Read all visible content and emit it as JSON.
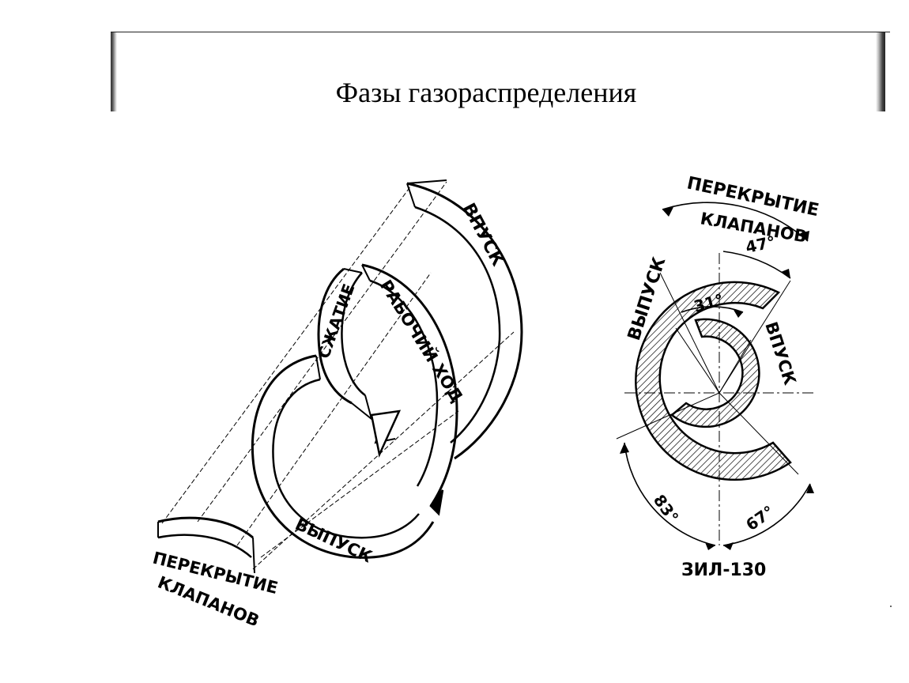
{
  "slide": {
    "title": "Фазы газораспределения"
  },
  "left_diagram": {
    "labels": {
      "intake": "ВПУСК",
      "compression": "СЖАТИЕ",
      "power_stroke": "РАБОЧИЙ ХОД",
      "exhaust": "ВЫПУСК",
      "overlap_line1": "ПЕРЕКРЫТИЕ",
      "overlap_line2": "КЛАПАНОВ"
    }
  },
  "right_diagram": {
    "labels": {
      "overlap_line1": "ПЕРЕКРЫТИЕ",
      "overlap_line2": "КЛАПАНОВ",
      "exhaust": "ВЫПУСК",
      "intake": "ВПУСК",
      "engine": "ЗИЛ-130"
    },
    "angles": {
      "intake_advance": "31°",
      "intake_lag": "47°",
      "exhaust_advance": "83°",
      "exhaust_lag": "67°"
    }
  }
}
